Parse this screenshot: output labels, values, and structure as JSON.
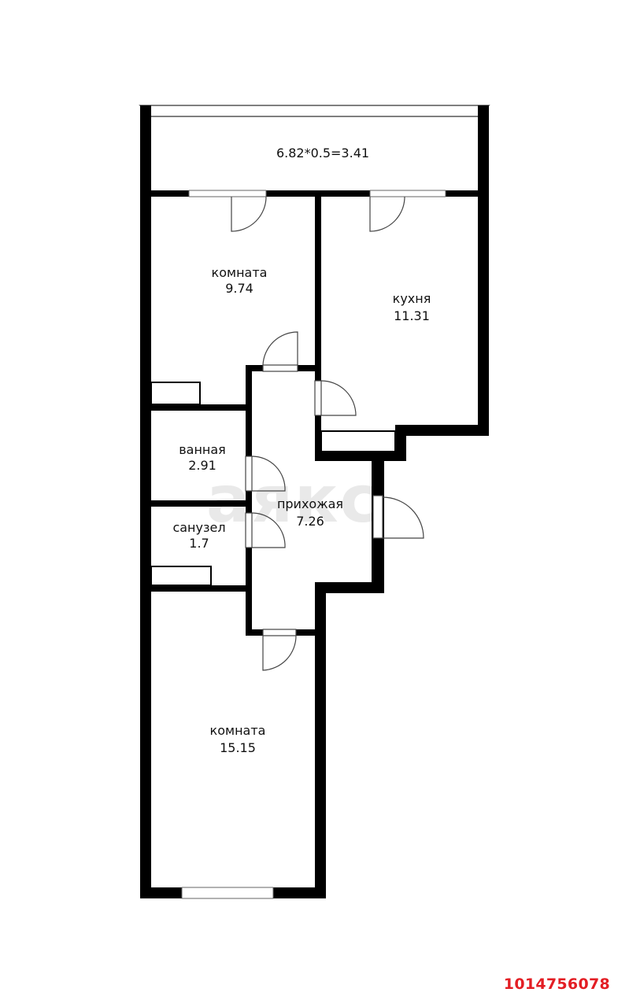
{
  "plan": {
    "balcony": {
      "label": "6.82*0.5=3.41"
    },
    "rooms": [
      {
        "name": "комната",
        "area": "9.74"
      },
      {
        "name": "кухня",
        "area": "11.31"
      },
      {
        "name": "ванная",
        "area": "2.91"
      },
      {
        "name": "санузел",
        "area": "1.7"
      },
      {
        "name": "прихожая",
        "area": "7.26"
      },
      {
        "name": "комната",
        "area": "15.15"
      }
    ],
    "watermark": "аякс",
    "listing_id": "1014756078",
    "colors": {
      "wall": "#000000",
      "id_text": "#e31e24",
      "watermark": "#e9e9e9"
    }
  }
}
